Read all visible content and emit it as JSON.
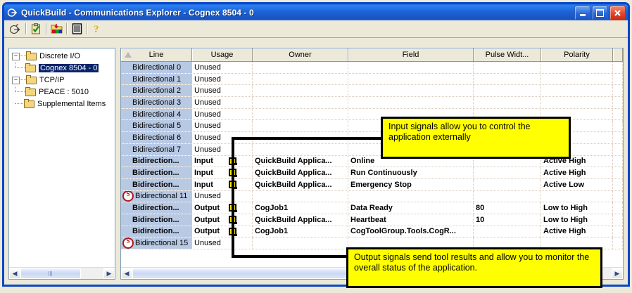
{
  "window": {
    "title": "QuickBuild - Communications Explorer - Cognex 8504 - 0",
    "app_icon": "quickbuild-icon",
    "buttons": {
      "minimize": "minimize-icon",
      "maximize": "maximize-icon",
      "close": "close-icon"
    }
  },
  "toolbar": {
    "items": [
      {
        "name": "run-icon",
        "tip": "Run"
      },
      {
        "name": "clipboard-check-icon",
        "tip": "Results"
      },
      {
        "name": "communications-explorer-icon",
        "tip": "Communications Explorer"
      },
      {
        "name": "list-icon",
        "tip": "List"
      },
      {
        "name": "help-icon",
        "tip": "Help"
      }
    ]
  },
  "tree": {
    "nodes": [
      {
        "label": "Discrete I/O",
        "expander": "-",
        "depth": 0,
        "selected": false
      },
      {
        "label": "Cognex 8504 - 0",
        "expander": "",
        "depth": 1,
        "selected": true
      },
      {
        "label": "TCP/IP",
        "expander": "-",
        "depth": 0,
        "selected": false
      },
      {
        "label": "PEACE : 5010",
        "expander": "",
        "depth": 1,
        "selected": false
      },
      {
        "label": "Supplemental Items",
        "expander": "",
        "depth": 0,
        "selected": false
      }
    ]
  },
  "grid": {
    "columns": [
      {
        "label": "Line",
        "width": 101,
        "align": "center",
        "sorted": true
      },
      {
        "label": "Usage",
        "width": 86,
        "align": "center",
        "sorted": false
      },
      {
        "label": "Owner",
        "width": 136,
        "align": "center",
        "sorted": false
      },
      {
        "label": "Field",
        "width": 178,
        "align": "center",
        "sorted": false
      },
      {
        "label": "Pulse Widt...",
        "width": 96,
        "align": "center",
        "sorted": false
      },
      {
        "label": "Polarity",
        "width": 102,
        "align": "center",
        "sorted": false
      }
    ],
    "rows": [
      {
        "error": false,
        "bold": false,
        "line": "Bidirectional 0",
        "usage": "Unused",
        "signal": false,
        "owner": "",
        "field": "",
        "pulse": "",
        "polarity": ""
      },
      {
        "error": false,
        "bold": false,
        "line": "Bidirectional 1",
        "usage": "Unused",
        "signal": false,
        "owner": "",
        "field": "",
        "pulse": "",
        "polarity": ""
      },
      {
        "error": false,
        "bold": false,
        "line": "Bidirectional 2",
        "usage": "Unused",
        "signal": false,
        "owner": "",
        "field": "",
        "pulse": "",
        "polarity": ""
      },
      {
        "error": false,
        "bold": false,
        "line": "Bidirectional 3",
        "usage": "Unused",
        "signal": false,
        "owner": "",
        "field": "",
        "pulse": "",
        "polarity": ""
      },
      {
        "error": false,
        "bold": false,
        "line": "Bidirectional 4",
        "usage": "Unused",
        "signal": false,
        "owner": "",
        "field": "",
        "pulse": "",
        "polarity": ""
      },
      {
        "error": false,
        "bold": false,
        "line": "Bidirectional 5",
        "usage": "Unused",
        "signal": false,
        "owner": "",
        "field": "",
        "pulse": "",
        "polarity": ""
      },
      {
        "error": false,
        "bold": false,
        "line": "Bidirectional 6",
        "usage": "Unused",
        "signal": false,
        "owner": "",
        "field": "",
        "pulse": "",
        "polarity": ""
      },
      {
        "error": false,
        "bold": false,
        "line": "Bidirectional 7",
        "usage": "Unused",
        "signal": false,
        "owner": "",
        "field": "",
        "pulse": "",
        "polarity": ""
      },
      {
        "error": false,
        "bold": true,
        "line": "Bidirection...",
        "usage": "Input",
        "signal": true,
        "owner": "QuickBuild Applica...",
        "field": "Online",
        "pulse": "",
        "polarity": "Active High"
      },
      {
        "error": false,
        "bold": true,
        "line": "Bidirection...",
        "usage": "Input",
        "signal": true,
        "owner": "QuickBuild Applica...",
        "field": "Run Continuously",
        "pulse": "",
        "polarity": "Active High"
      },
      {
        "error": false,
        "bold": true,
        "line": "Bidirection...",
        "usage": "Input",
        "signal": true,
        "owner": "QuickBuild Applica...",
        "field": "Emergency Stop",
        "pulse": "",
        "polarity": "Active Low"
      },
      {
        "error": true,
        "bold": false,
        "line": "Bidirectional 11",
        "usage": "Unused",
        "signal": false,
        "owner": "",
        "field": "",
        "pulse": "",
        "polarity": ""
      },
      {
        "error": false,
        "bold": true,
        "line": "Bidirection...",
        "usage": "Output",
        "signal": true,
        "owner": "CogJob1",
        "field": "Data Ready",
        "pulse": "80",
        "polarity": "Low to High"
      },
      {
        "error": false,
        "bold": true,
        "line": "Bidirection...",
        "usage": "Output",
        "signal": true,
        "owner": "QuickBuild Applica...",
        "field": "Heartbeat",
        "pulse": "10",
        "polarity": "Low to High"
      },
      {
        "error": false,
        "bold": true,
        "line": "Bidirection...",
        "usage": "Output",
        "signal": true,
        "owner": "CogJob1",
        "field": "CogToolGroup.Tools.CogR...",
        "pulse": "",
        "polarity": "Active High"
      },
      {
        "error": true,
        "bold": false,
        "line": "Bidirectional 15",
        "usage": "Unused",
        "signal": false,
        "owner": "",
        "field": "",
        "pulse": "",
        "polarity": ""
      }
    ]
  },
  "callouts": [
    {
      "name": "input-callout",
      "text": "Input signals allow you to control the application externally"
    },
    {
      "name": "output-callout",
      "text": "Output signals send tool results and allow you to monitor the overall status of the application."
    }
  ],
  "scrollbars": {
    "left_arrow": "◀",
    "right_arrow": "▶"
  },
  "colors": {
    "titlebar": "#1852c0",
    "callout_fill": "#ffff00",
    "line_cell": "#b8c9e4",
    "signal_yellow": "#ffe500",
    "error_red": "#b01818"
  }
}
